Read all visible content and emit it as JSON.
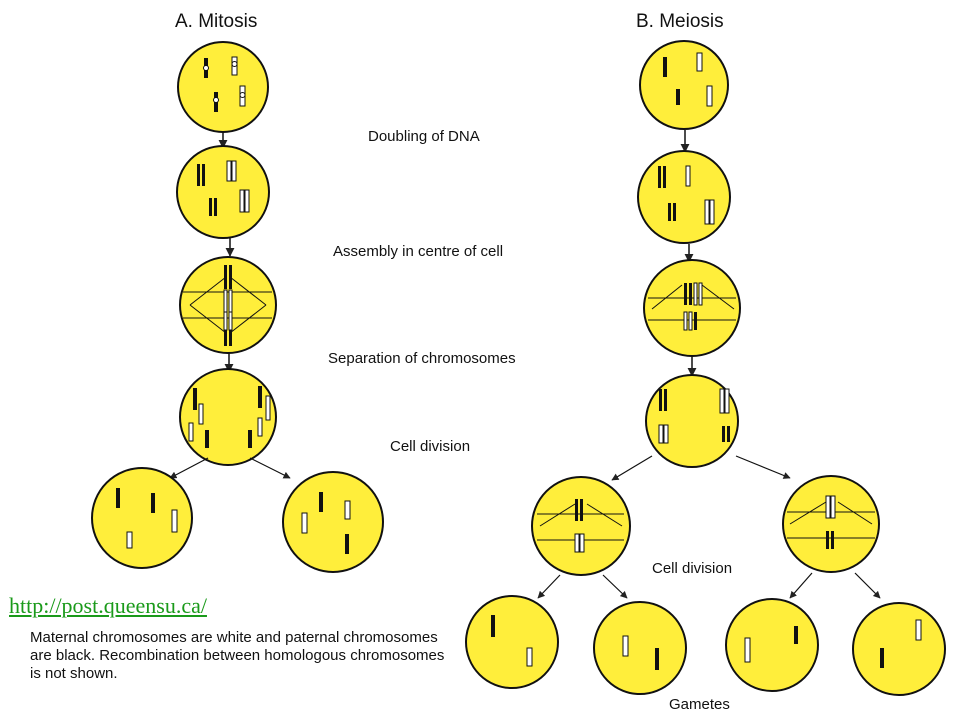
{
  "diagram": {
    "mitosis_title": "A. Mitosis",
    "meiosis_title": "B. Meiosis",
    "stages": {
      "doubling": "Doubling of DNA",
      "assembly": "Assembly in centre of cell",
      "separation": "Separation of chromosomes",
      "division": "Cell division",
      "division_meiosis": "Cell division",
      "gametes": "Gametes"
    }
  },
  "source_link": "http://post.queensu.ca/",
  "note": "Maternal chromosomes are white and paternal chromosomes are black. Recombination between homologous chromosomes is not shown.",
  "colors": {
    "cell_fill": "#ffee3b",
    "outline": "#111111",
    "link": "#1a9a1a"
  }
}
